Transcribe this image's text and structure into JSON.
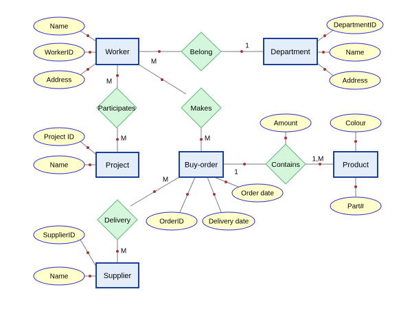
{
  "colors": {
    "background": "#ffffff",
    "line": "#7a7a7a",
    "line_dot": "#b03030",
    "entity_fill": "#e4eefa",
    "entity_stroke": "#1a3f9a",
    "attribute_fill": "#ffffcc",
    "attribute_stroke": "#2a2ad0",
    "relationship_fill": "#d4f7dc",
    "relationship_stroke": "#63b57a"
  },
  "entities": [
    {
      "id": "worker",
      "name": "Worker"
    },
    {
      "id": "department",
      "name": "Department"
    },
    {
      "id": "project",
      "name": "Project"
    },
    {
      "id": "buy_order",
      "name": "Buy-order"
    },
    {
      "id": "product",
      "name": "Product"
    },
    {
      "id": "supplier",
      "name": "Supplier"
    }
  ],
  "relationships": [
    {
      "id": "belong",
      "name": "Belong"
    },
    {
      "id": "participates",
      "name": "Participates"
    },
    {
      "id": "makes",
      "name": "Makes"
    },
    {
      "id": "contains",
      "name": "Contains"
    },
    {
      "id": "delivery",
      "name": "Delivery"
    }
  ],
  "attributes": [
    {
      "id": "w_name",
      "name": "Name",
      "owner": "worker"
    },
    {
      "id": "w_workerid",
      "name": "WorkerID",
      "owner": "worker"
    },
    {
      "id": "w_address",
      "name": "Address",
      "owner": "worker"
    },
    {
      "id": "d_departmentid",
      "name": "DepartmentID",
      "owner": "department"
    },
    {
      "id": "d_name",
      "name": "Name",
      "owner": "department"
    },
    {
      "id": "d_address",
      "name": "Address",
      "owner": "department"
    },
    {
      "id": "p_projectid",
      "name": "Project ID",
      "owner": "project"
    },
    {
      "id": "p_name",
      "name": "Name",
      "owner": "project"
    },
    {
      "id": "c_amount",
      "name": "Amount",
      "owner": "contains"
    },
    {
      "id": "pr_colour",
      "name": "Colour",
      "owner": "product"
    },
    {
      "id": "pr_part",
      "name": "Part#",
      "owner": "product"
    },
    {
      "id": "b_orderdate",
      "name": "Order date",
      "owner": "buy_order"
    },
    {
      "id": "b_orderid",
      "name": "OrderID",
      "owner": "buy_order"
    },
    {
      "id": "b_deliverydate",
      "name": "Delivery date",
      "owner": "buy_order"
    },
    {
      "id": "s_supplierid",
      "name": "SupplierID",
      "owner": "supplier"
    },
    {
      "id": "s_name",
      "name": "Name",
      "owner": "supplier"
    }
  ],
  "connections": [
    {
      "from": "worker",
      "to": "belong",
      "label": "M"
    },
    {
      "from": "belong",
      "to": "department",
      "label": "1"
    },
    {
      "from": "worker",
      "to": "participates",
      "label": "M"
    },
    {
      "from": "participates",
      "to": "project",
      "label": "M"
    },
    {
      "from": "worker",
      "to": "makes",
      "label": ""
    },
    {
      "from": "makes",
      "to": "buy_order",
      "label": "M"
    },
    {
      "from": "buy_order",
      "to": "contains",
      "label": "1"
    },
    {
      "from": "contains",
      "to": "product",
      "label": "1,M"
    },
    {
      "from": "buy_order",
      "to": "delivery",
      "label": "M"
    },
    {
      "from": "delivery",
      "to": "supplier",
      "label": "M"
    }
  ]
}
